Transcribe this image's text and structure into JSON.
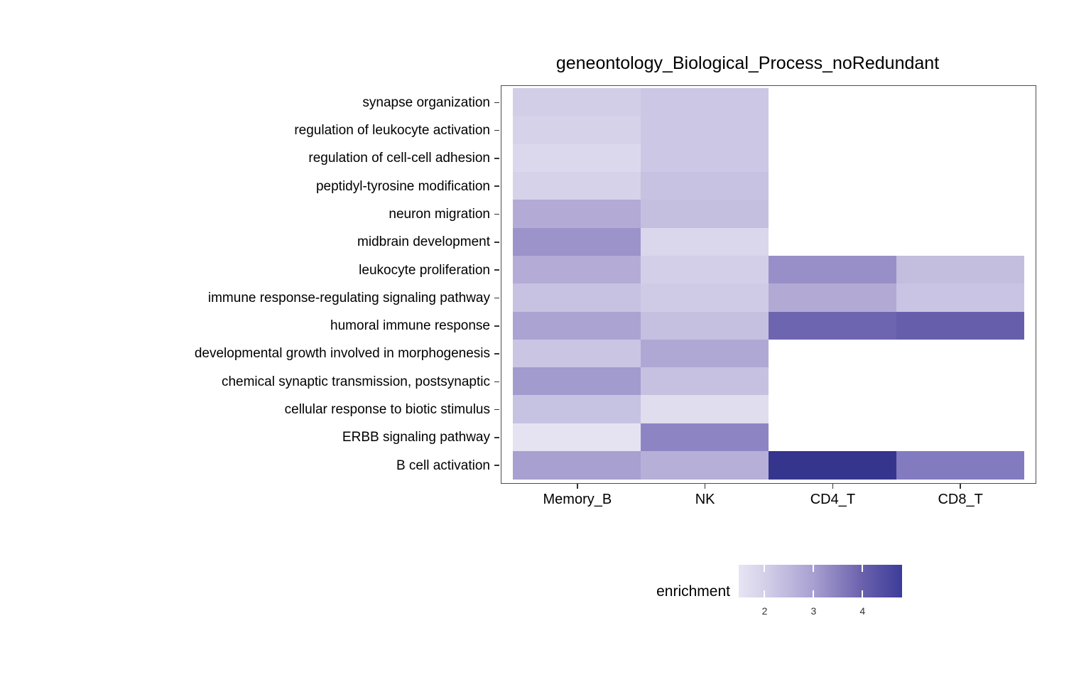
{
  "chart_data": {
    "type": "heatmap",
    "title": "geneontology_Biological_Process_noRedundant",
    "legend_title": "enrichment",
    "legend_position": "bottom",
    "grid": false,
    "columns": [
      "Memory_B",
      "NK",
      "CD4_T",
      "CD8_T"
    ],
    "rows": [
      "synapse organization",
      "regulation of leukocyte activation",
      "regulation of cell-cell adhesion",
      "peptidyl-tyrosine modification",
      "neuron migration",
      "midbrain development",
      "leukocyte proliferation",
      "immune response-regulating signaling pathway",
      "humoral immune response",
      "developmental growth involved in morphogenesis",
      "chemical synaptic transmission, postsynaptic",
      "cellular response to biotic stimulus",
      "ERBB signaling pathway",
      "B cell activation"
    ],
    "values": [
      [
        2.05,
        2.25,
        null,
        null
      ],
      [
        1.95,
        2.25,
        null,
        null
      ],
      [
        1.85,
        2.25,
        null,
        null
      ],
      [
        1.95,
        2.4,
        null,
        null
      ],
      [
        2.8,
        2.45,
        null,
        null
      ],
      [
        3.35,
        1.9,
        null,
        null
      ],
      [
        2.8,
        2.05,
        3.4,
        2.5
      ],
      [
        2.4,
        2.2,
        2.85,
        2.35
      ],
      [
        3.0,
        2.45,
        4.1,
        4.2
      ],
      [
        2.3,
        2.85,
        null,
        null
      ],
      [
        3.15,
        2.4,
        null,
        null
      ],
      [
        2.4,
        1.75,
        null,
        null
      ],
      [
        1.7,
        3.55,
        null,
        null
      ],
      [
        3.1,
        2.75,
        4.85,
        3.75
      ]
    ],
    "cell_colors": [
      [
        "#d3cee7",
        "#ccc7e4",
        null,
        null
      ],
      [
        "#d6d2ea",
        "#ccc7e4",
        null,
        null
      ],
      [
        "#dbd8ed",
        "#ccc7e4",
        null,
        null
      ],
      [
        "#d6d2ea",
        "#c7c2e1",
        null,
        null
      ],
      [
        "#b3abd6",
        "#c4bfde",
        null,
        null
      ],
      [
        "#9b93ca",
        "#dad7ec",
        null,
        null
      ],
      [
        "#b4acd6",
        "#d3cfe8",
        "#988fc8",
        "#c3bdde"
      ],
      [
        "#c7c2e1",
        "#cfcbe6",
        "#b2aad5",
        "#c9c4e3"
      ],
      [
        "#aba3d2",
        "#c6c0e0",
        "#6e65b0",
        "#675eab"
      ],
      [
        "#cac5e3",
        "#b0a8d4",
        null,
        null
      ],
      [
        "#a29bce",
        "#c6c1e0",
        null,
        null
      ],
      [
        "#c6c2e1",
        "#e0ddef",
        null,
        null
      ],
      [
        "#e5e3f2",
        "#8d85c3",
        null,
        null
      ],
      [
        "#a7a0d0",
        "#b6afd8",
        "#35358e",
        "#837bc0"
      ]
    ],
    "legend": {
      "ticks": [
        2,
        3,
        4
      ],
      "domain_min": 1.47,
      "domain_max": 4.81,
      "gradient_stops": [
        {
          "pos": 0.0,
          "color": "#e7e5f3"
        },
        {
          "pos": 0.159,
          "color": "#d4d0e9"
        },
        {
          "pos": 0.457,
          "color": "#a8a0d1"
        },
        {
          "pos": 0.757,
          "color": "#6a61ad"
        },
        {
          "pos": 1.0,
          "color": "#3c3c99"
        }
      ]
    },
    "colors": {
      "panel_border": "#4d4d4d",
      "axis_tick": "#333333",
      "text": "#000000",
      "background": "#ffffff"
    }
  }
}
